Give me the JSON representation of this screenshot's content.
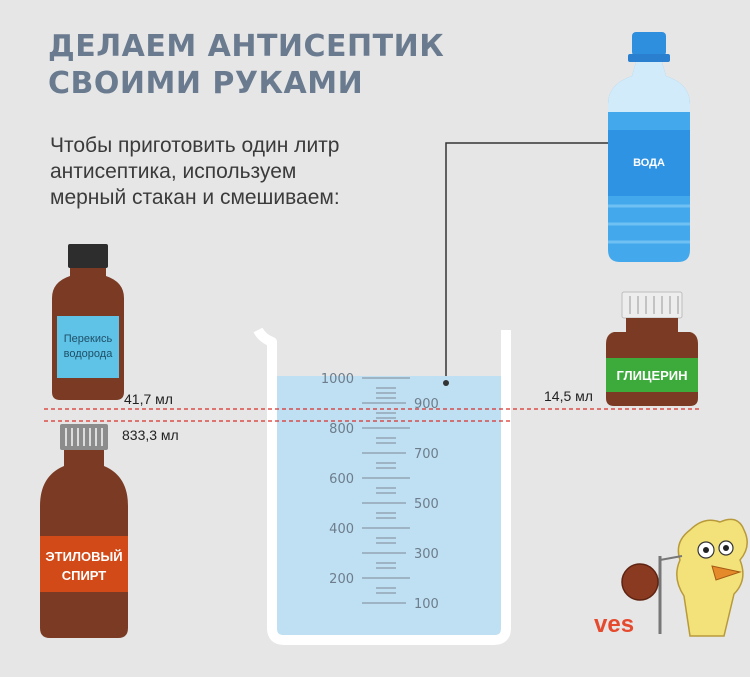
{
  "title": {
    "line1": "ДЕЛАЕМ АНТИСЕПТИК",
    "line2": "СВОИМИ РУКАМИ"
  },
  "intro": {
    "line1": "Чтобы приготовить один литр",
    "line2": "антисептика, используем",
    "line3": "мерный стакан и смешиваем:"
  },
  "ingredients": {
    "peroxide": {
      "label_line1": "Перекись",
      "label_line2": "водорода",
      "amount": "41,7 мл"
    },
    "ethanol": {
      "label_line1": "ЭТИЛОВЫЙ",
      "label_line2": "СПИРТ",
      "amount": "833,3 мл"
    },
    "water": {
      "label": "ВОДА"
    },
    "glycerin": {
      "label": "ГЛИЦЕРИН",
      "amount": "14,5 мл"
    }
  },
  "beaker": {
    "left_scale": [
      "1000",
      "800",
      "600",
      "400",
      "200"
    ],
    "right_scale": [
      "900",
      "700",
      "500",
      "300",
      "100"
    ]
  },
  "watermark": {
    "text": "ves"
  },
  "colors": {
    "background": "#e6e6e6",
    "title": "#6a7b90",
    "brown_bottle": "#7a3a24",
    "label_blue": "#5fc3e8",
    "water_blue": "#3aa0e6",
    "liquid": "#bfe0f2",
    "dashed_line": "#d9312b"
  }
}
